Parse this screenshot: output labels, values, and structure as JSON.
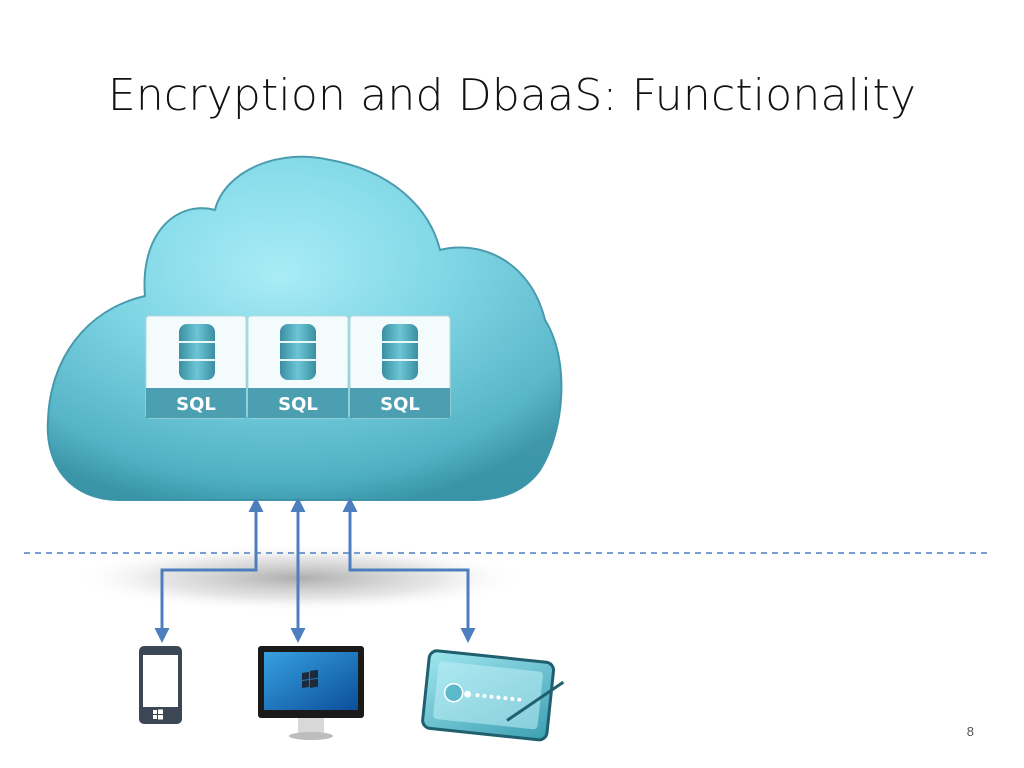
{
  "slide": {
    "title": "Encryption and DbaaS: Functionality",
    "page_number": "8"
  },
  "cloud": {
    "databases": [
      {
        "label": "SQL"
      },
      {
        "label": "SQL"
      },
      {
        "label": "SQL"
      }
    ]
  },
  "devices": [
    {
      "icon": "smartphone-icon"
    },
    {
      "icon": "desktop-monitor-icon"
    },
    {
      "icon": "tablet-icon"
    }
  ],
  "colors": {
    "cloud_light": "#8fe6f2",
    "cloud_mid": "#5cc7d8",
    "cloud_dark": "#3a98ab",
    "arrow": "#4d7fbf",
    "divider": "#4d7fbf",
    "db_band": "#4b9fb1"
  }
}
